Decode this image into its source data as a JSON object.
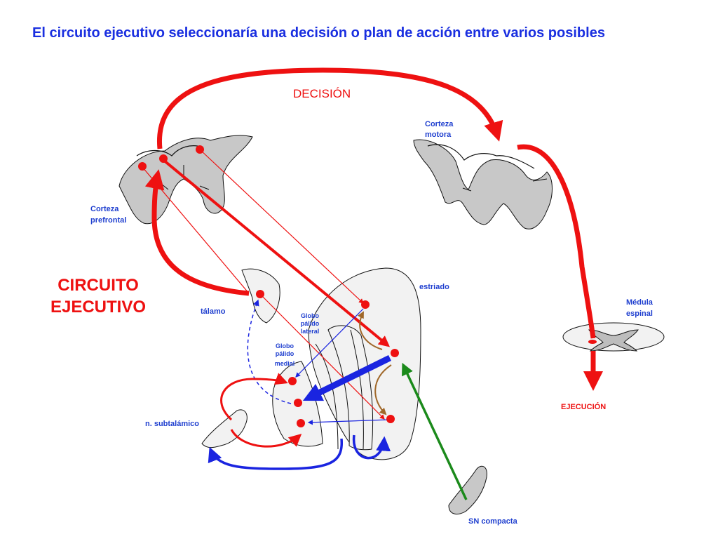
{
  "title": "El circuito ejecutivo seleccionaría una decisión o plan de acción entre varios posibles",
  "labels": {
    "decision": "DECISIÓN",
    "corteza_motora_1": "Corteza",
    "corteza_motora_2": "motora",
    "corteza_prefrontal_1": "Corteza",
    "corteza_prefrontal_2": "prefrontal",
    "circuito_1": "CIRCUITO",
    "circuito_2": "EJECUTIVO",
    "talamo": "tálamo",
    "estriado": "estriado",
    "gp_lateral_1": "Globo",
    "gp_lateral_2": "pálido",
    "gp_lateral_3": "lateral",
    "gp_medial_1": "Globo",
    "gp_medial_2": "pálido",
    "gp_medial_3": "medial",
    "subtalamico": "n. subtalámico",
    "medula_1": "Médula",
    "medula_2": "espinal",
    "ejecucion": "EJECUCIÓN",
    "sn_compacta": "SN compacta"
  },
  "colors": {
    "title": "#1a2fe0",
    "label_blue": "#1f3fcf",
    "red": "#ee1111",
    "blue": "#1a24e0",
    "green": "#1b8a1b",
    "brown": "#a0682a",
    "gray": "#c8c8c8",
    "light": "#f2f2f2"
  }
}
